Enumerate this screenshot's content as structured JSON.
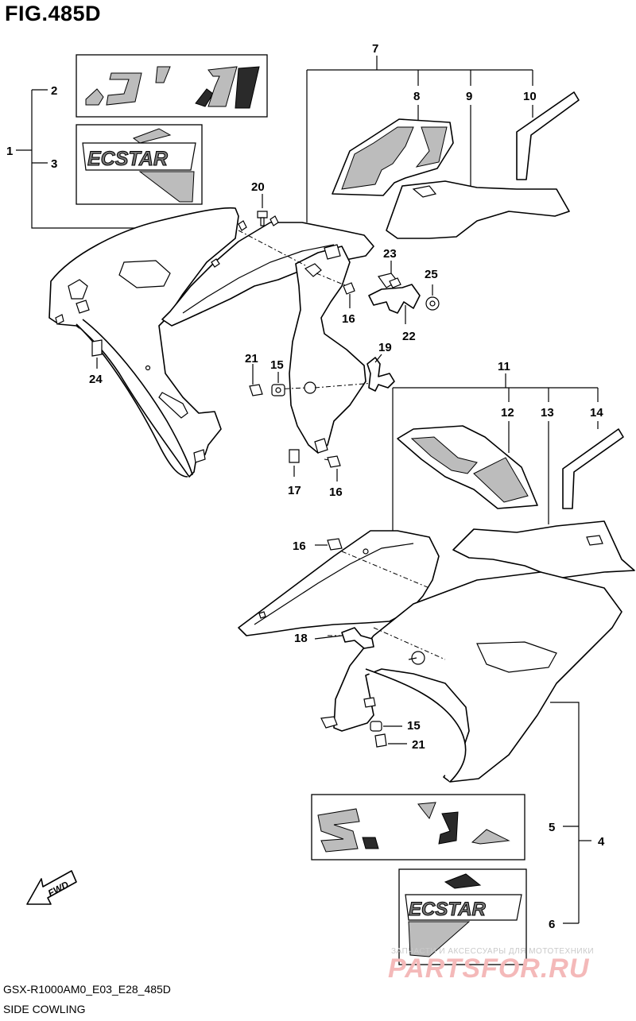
{
  "figure": {
    "title": "FIG.485D",
    "code": "GSX-R1000AM0_E03_E28_485D",
    "caption": "SIDE COWLING"
  },
  "fwd_label": "FWD",
  "decals": {
    "left_upper_text": "ECSTAR",
    "right_lower_text": "ECSTAR"
  },
  "callouts": [
    "1",
    "2",
    "3",
    "4",
    "5",
    "6",
    "7",
    "8",
    "9",
    "10",
    "11",
    "12",
    "13",
    "14",
    "15",
    "15",
    "16",
    "16",
    "16",
    "17",
    "18",
    "19",
    "20",
    "21",
    "21",
    "22",
    "23",
    "24",
    "25"
  ],
  "watermark": {
    "line": "ЗАПЧАСТИ И АКСЕССУАРЫ ДЛЯ МОТОТЕХНИКИ",
    "brand": "PARTSFOR.RU"
  }
}
